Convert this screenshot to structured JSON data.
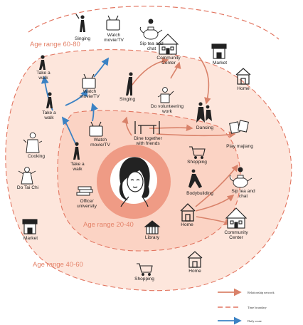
{
  "age_ranges": {
    "outer": "Age range 60-80",
    "middle": "Age range 40-60",
    "inner": "Age range 20-40"
  },
  "activities": {
    "singing_top": "Singing",
    "watch_tv_top": "Watch\nmovie/TV",
    "sip_tea_top": "Sip tea and\nchat",
    "community_center_top": "Community\nCenter",
    "market_top": "Market",
    "home_top": "Home",
    "take_walk_1": "Take a\nwalk",
    "watch_tv_mid": "Watch\nmovie/TV",
    "singing_mid": "Singing",
    "volunteering": "Do volunteering\nwork",
    "take_walk_2": "Take a\nwalk",
    "dancing": "Dancing",
    "play_majiang": "Play majiang",
    "cooking": "Cooking",
    "watch_tv_inner": "Watch\nmovie/TV",
    "dine_together": "Dine together\nwith friends",
    "shopping_inner": "Shopping",
    "take_walk_3": "Take a\nwalk",
    "do_tai_chi": "Do Tai Chi",
    "bodybuilding": "Bodybuilding",
    "sip_tea_mid": "Sip tea and\nchat",
    "office": "Office/\nuniversity",
    "home_mid": "Home",
    "market_mid": "Market",
    "library": "Library",
    "community_center_mid": "Community\nCenter",
    "home_bottom": "Home",
    "shopping_bottom": "Shopping"
  },
  "legend": {
    "relationship": "Relationship network",
    "time_boundary": "Time boundary",
    "daily_route": "Daily route"
  },
  "colors": {
    "relationship": "#d9826a",
    "time_boundary": "#e27560",
    "daily_route": "#3b82c4",
    "outer_fill": "#fde6dc",
    "middle_fill": "#fbd3c4",
    "inner_fill": "#f7b4a0",
    "core_fill": "#ef9b85"
  }
}
